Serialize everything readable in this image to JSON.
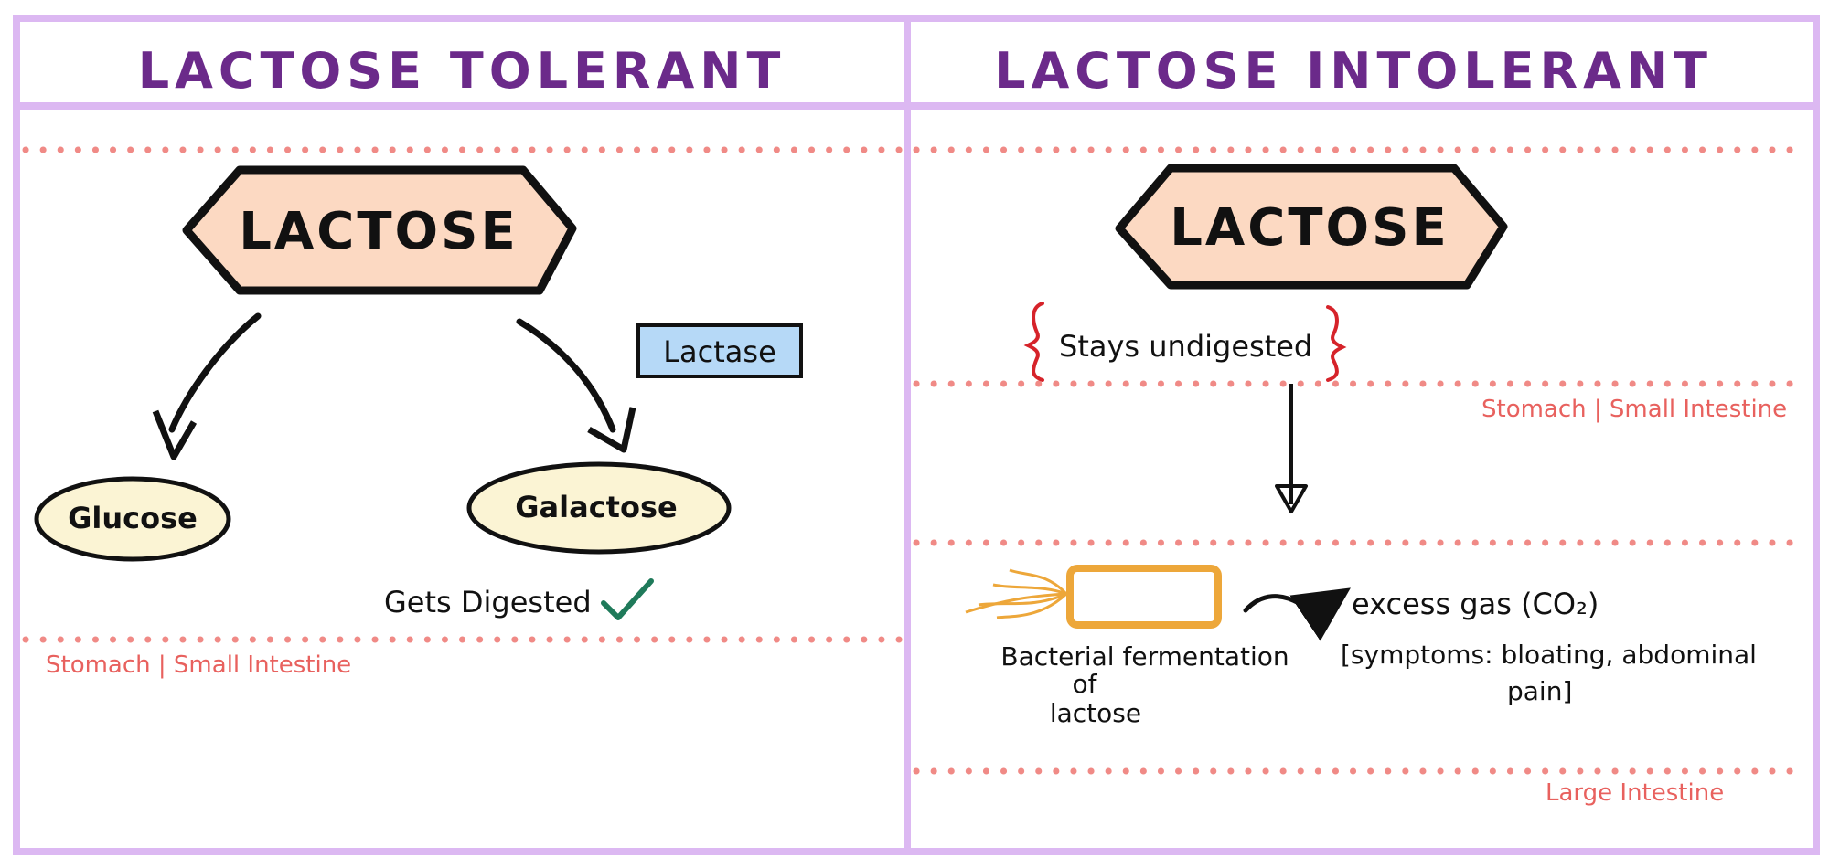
{
  "left_panel": {
    "title": "LACTOSE TOLERANT",
    "substrate": "LACTOSE",
    "enzyme": "Lactase",
    "product_1": "Glucose",
    "product_2": "Galactose",
    "result": "Gets Digested",
    "region": "Stomach | Small Intestine"
  },
  "right_panel": {
    "title": "LACTOSE INTOLERANT",
    "substrate": "LACTOSE",
    "note": "Stays undigested",
    "region_1": "Stomach | Small Intestine",
    "fermentation_line_1": "Bacterial fermentation",
    "fermentation_line_2": "of",
    "fermentation_line_3": "lactose",
    "outcome": "excess gas (CO₂)",
    "symptoms_line_1": "[symptoms: bloating, abdominal",
    "symptoms_line_2": "pain]",
    "region_2": "Large Intestine"
  },
  "colors": {
    "frame": "#dcb8f2",
    "title": "#6b2a8a",
    "hexagon_fill": "#fcd9c2",
    "oval_fill": "#fbf4d4",
    "enzyme_fill": "#b6d9f7",
    "region_text": "#e8615e",
    "dots": "#f08a86",
    "check": "#1f7a5a",
    "brace": "#d6232a",
    "bacterium": "#eda73a"
  }
}
